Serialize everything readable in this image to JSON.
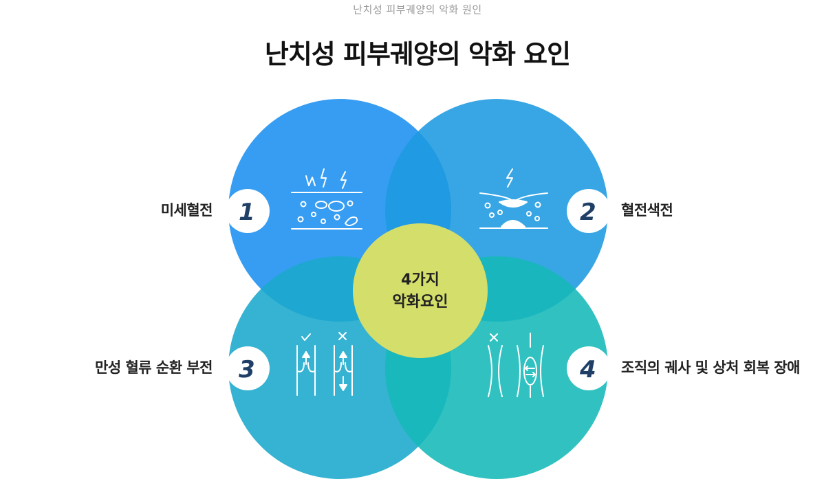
{
  "header": {
    "subtitle": "난치성 피부궤양의 악화 원인",
    "title": "난치성 피부궤양의 악화 요인"
  },
  "center": {
    "line1": "4가지",
    "line2": "악화요인"
  },
  "factors": [
    {
      "number": "1",
      "label": "미세혈전"
    },
    {
      "number": "2",
      "label": "혈전색전"
    },
    {
      "number": "3",
      "label": "만성 혈류 순환 부전"
    },
    {
      "number": "4",
      "label": "조직의 궤사 및 상처 회복 장애"
    }
  ],
  "colors": {
    "circle1": "#1a8ff0",
    "circle2": "#1d9ae0",
    "circle3": "#1aa8cc",
    "circle4": "#14b8b8",
    "center": "#d4de6a",
    "number": "#1f3f66"
  },
  "icons": [
    "microthrombus-icon",
    "embolism-icon",
    "venous-reflux-icon",
    "tissue-necrosis-icon"
  ]
}
